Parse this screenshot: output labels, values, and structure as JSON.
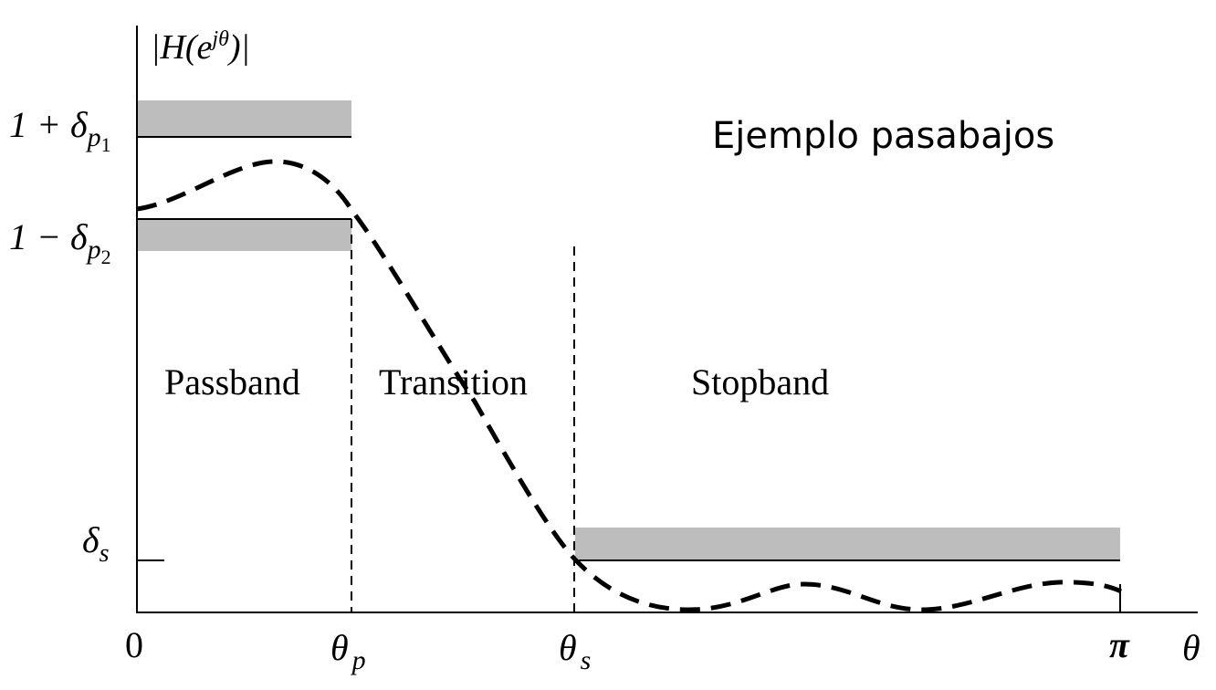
{
  "title": "Ejemplo pasabajos",
  "y_axis_label": "|H(e",
  "y_axis_label_sup": "jθ",
  "y_axis_label_close": ")|",
  "x_axis_label": "θ",
  "ticks": {
    "x": [
      {
        "id": "zero",
        "main": "0",
        "sub": ""
      },
      {
        "id": "theta-p",
        "main": "θ",
        "sub": "p"
      },
      {
        "id": "theta-s",
        "main": "θ",
        "sub": "s"
      },
      {
        "id": "pi",
        "main": "π",
        "sub": ""
      }
    ],
    "y": [
      {
        "id": "upper",
        "prefix": "1 + δ",
        "sub": "p",
        "subsub": "1"
      },
      {
        "id": "lower",
        "prefix": "1 − δ",
        "sub": "p",
        "subsub": "2"
      },
      {
        "id": "stop",
        "prefix": "δ",
        "sub": "s",
        "subsub": ""
      }
    ]
  },
  "regions": {
    "passband": "Passband",
    "transition": "Transition",
    "stopband": "Stopband"
  },
  "colors": {
    "tolerance_band": "#bdbdbd",
    "line": "#000000"
  }
}
